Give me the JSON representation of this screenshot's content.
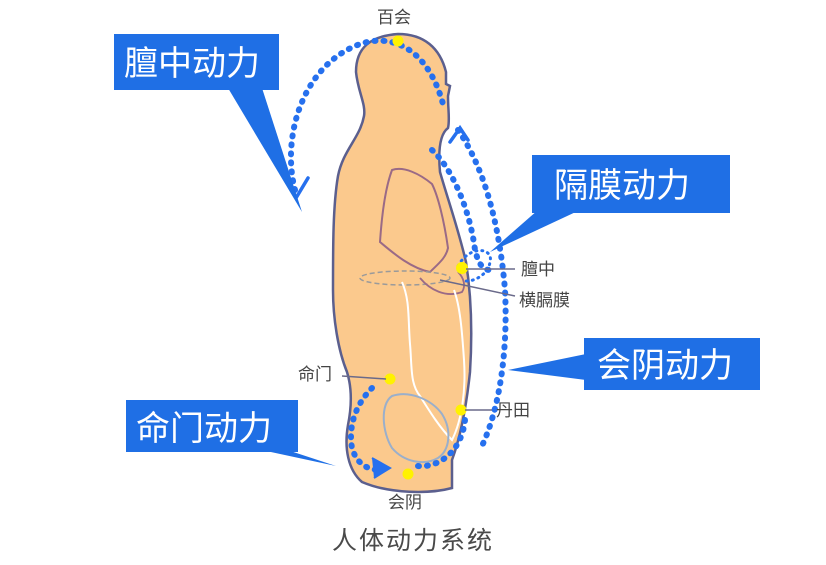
{
  "callouts": {
    "tanzhong": "膻中动力",
    "gemo": "隔膜动力",
    "huiyin": "会阴动力",
    "mingmen": "命门动力"
  },
  "points": {
    "baihui": "百会",
    "tanzhong": "膻中",
    "hengmo": "横膈膜",
    "mingmen": "命门",
    "dantian": "丹田",
    "huiyin": "会阴"
  },
  "caption": "人体动力系统",
  "colors": {
    "body": "#FBC98D",
    "body_outline": "#5B5F8E",
    "callout": "#1F6FE5",
    "dots": "#2670EE",
    "acupoint": "#FFF200",
    "organ_outline": "#9A6A86",
    "intestine": "#FFFFFF",
    "pelvis": "#9AAFCB"
  }
}
